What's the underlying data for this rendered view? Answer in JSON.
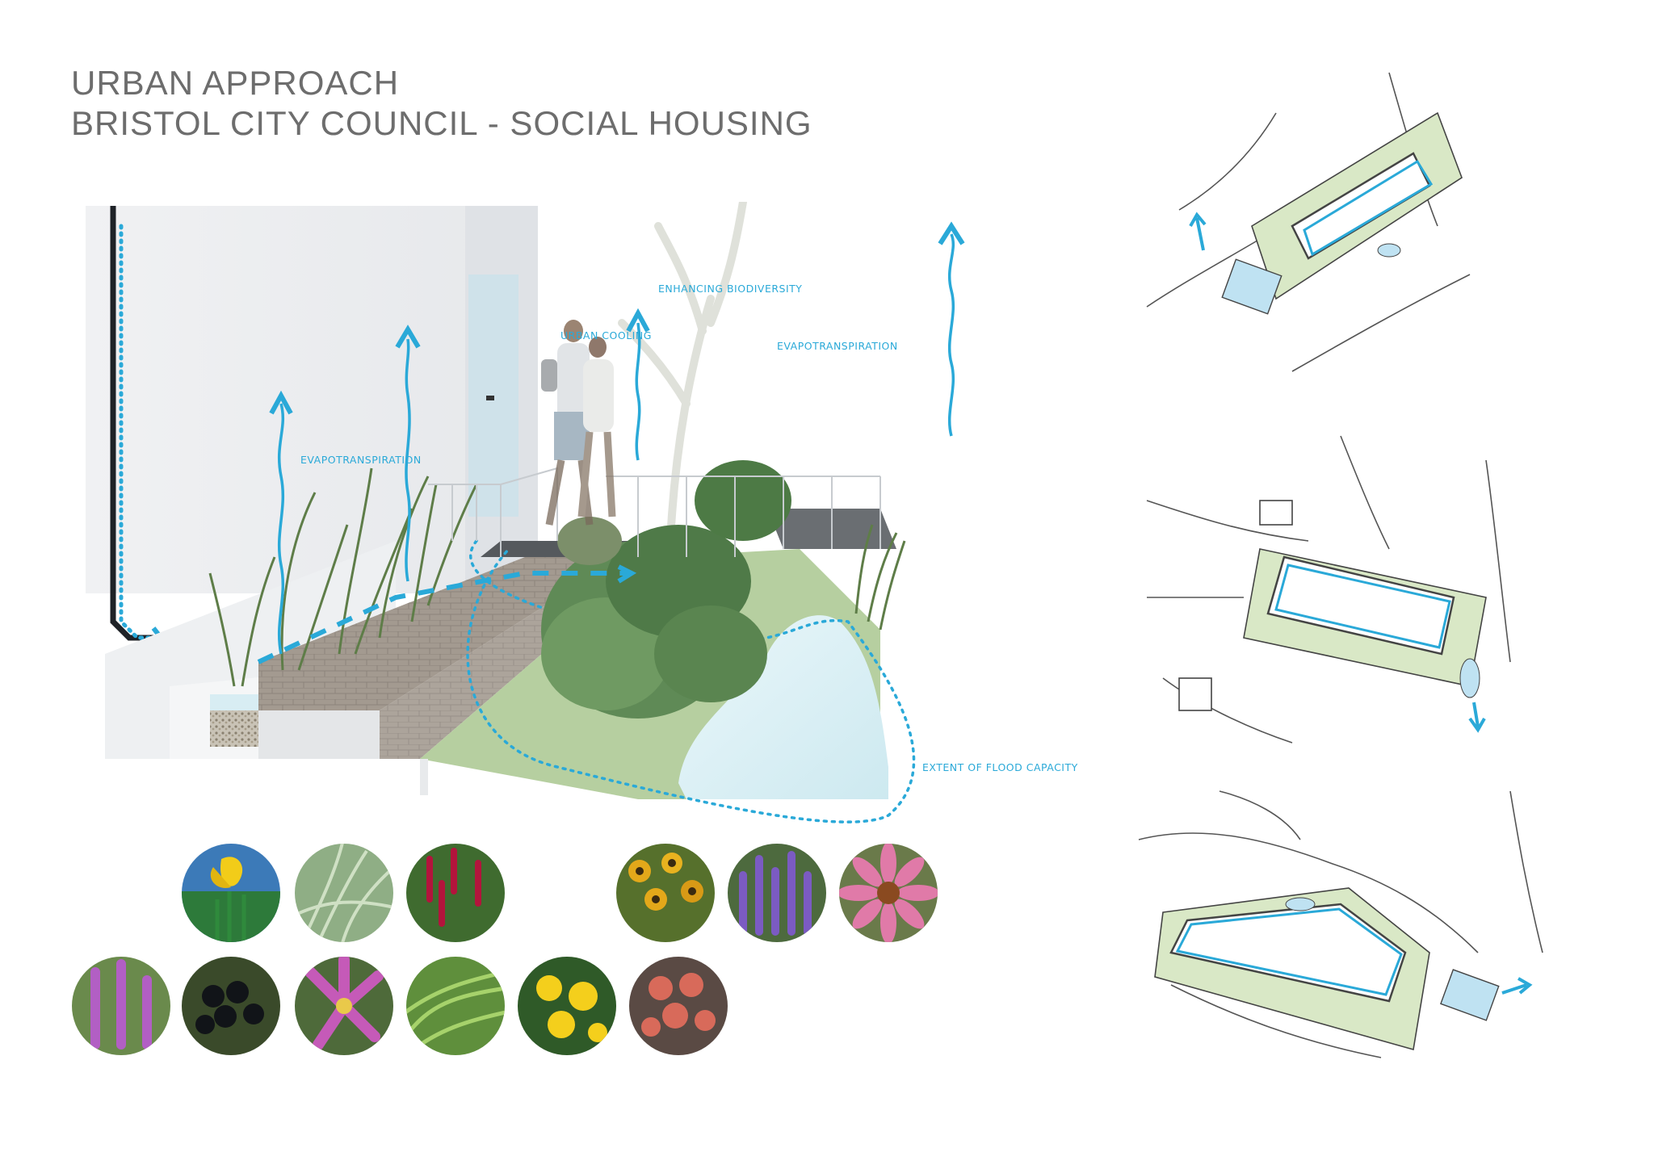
{
  "title": {
    "line1": "URBAN APPROACH",
    "line2": "BRISTOL CITY COUNCIL - SOCIAL HOUSING"
  },
  "annotations": {
    "enhancing_biodiversity": "ENHANCING BIODIVERSITY",
    "urban_cooling": "URBAN COOLING",
    "evapotranspiration_right": "EVAPOTRANSPIRATION",
    "evapotranspiration_left": "EVAPOTRANSPIRATION",
    "flood_capacity": "EXTENT OF FLOOD CAPACITY"
  },
  "colors": {
    "water_blue": "#2aa9d8",
    "grass_green": "#b6cfa0",
    "shrub_green": "#5f8a56",
    "paving": "#9e948b",
    "title_grey": "#6d6d6d"
  },
  "plant_palette": {
    "row1": [
      "yellow-iris",
      "feather-grass",
      "red-bistort",
      "rudbeckia",
      "salvia",
      "echinacea"
    ],
    "row2": [
      "purple-loosestrife",
      "blackcurrant",
      "pink-iris",
      "sedge-grass",
      "marsh-marigold",
      "crab-apple"
    ]
  }
}
